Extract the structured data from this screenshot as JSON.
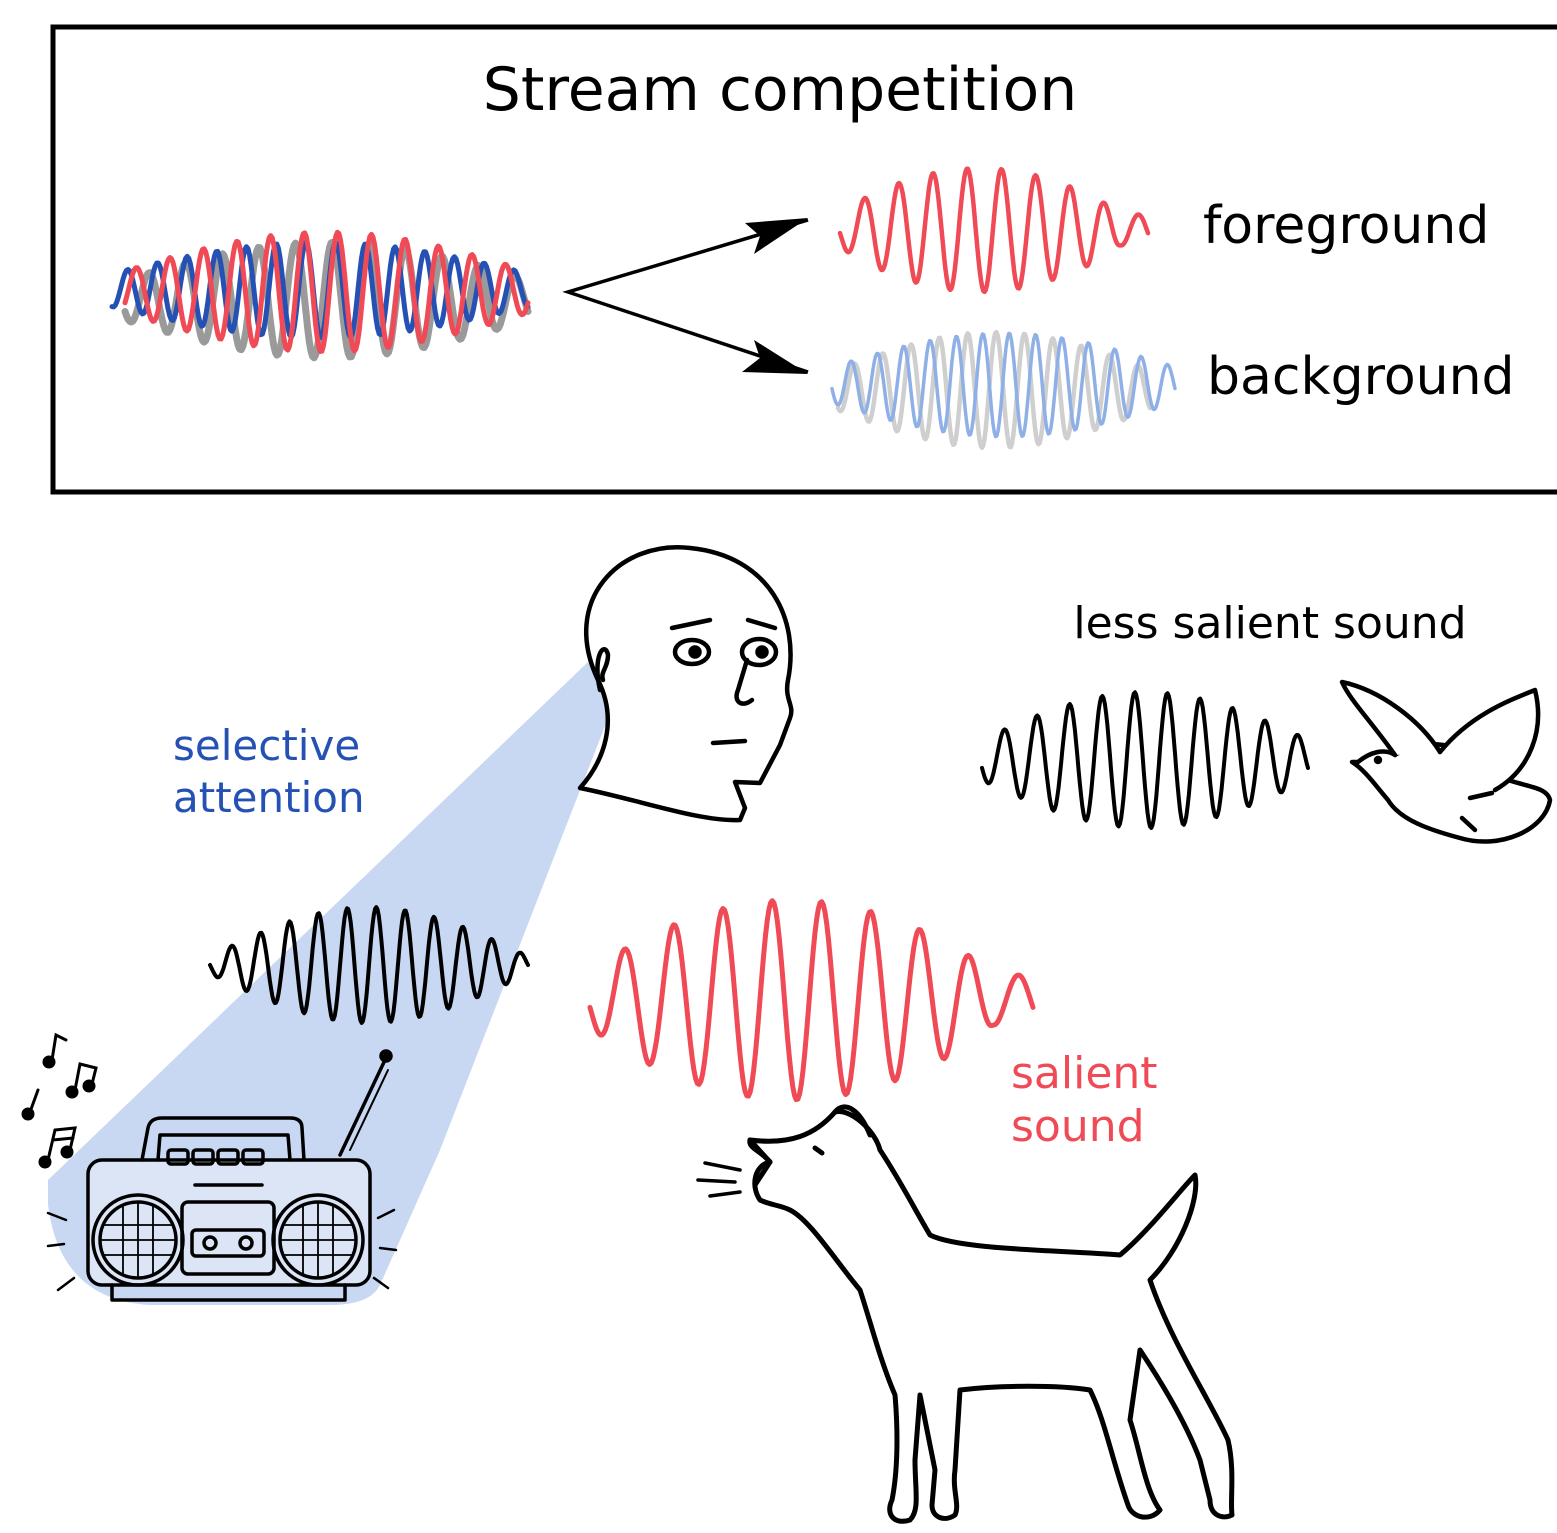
{
  "panel": {
    "title": "Stream competition",
    "foreground_label": "foreground",
    "background_label": "background"
  },
  "scene": {
    "attention_label": [
      "selective",
      "attention"
    ],
    "less_salient_label": "less salient sound",
    "salient_label": [
      "salient",
      "sound"
    ]
  },
  "colors": {
    "red": "#ef4a55",
    "blue": "#2550b4",
    "light_blue": "#8eb0e6",
    "gray": "#9a9a9a",
    "light_gray": "#cfcfcf",
    "beam": "#c8d7f2",
    "ink": "#000000"
  },
  "icons": [
    "human-head-icon",
    "boombox-icon",
    "music-notes-icon",
    "bird-icon",
    "dog-icon"
  ]
}
